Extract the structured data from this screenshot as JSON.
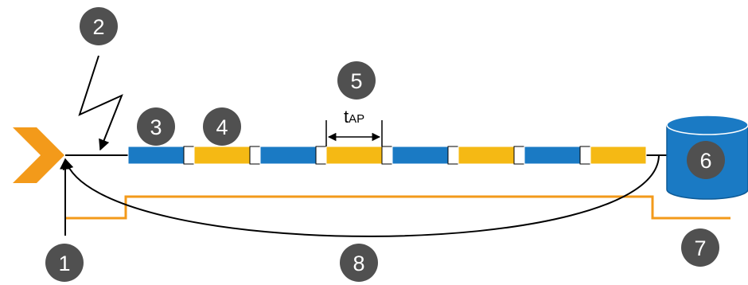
{
  "callouts": {
    "c1": "1",
    "c2": "2",
    "c3": "3",
    "c4": "4",
    "c5": "5",
    "c6": "6",
    "c7": "7",
    "c8": "8"
  },
  "interval_label": {
    "main": "t",
    "subscript": "AP"
  },
  "segments": [
    {
      "kind": "blue",
      "color": "#1a7ac4"
    },
    {
      "kind": "gold",
      "color": "#f5b914"
    },
    {
      "kind": "blue",
      "color": "#1a7ac4"
    },
    {
      "kind": "gold",
      "color": "#f5b914"
    },
    {
      "kind": "blue",
      "color": "#1a7ac4"
    },
    {
      "kind": "gold",
      "color": "#f5b914"
    },
    {
      "kind": "blue",
      "color": "#1a7ac4"
    },
    {
      "kind": "gold",
      "color": "#f5b914"
    }
  ],
  "colors": {
    "callout_fill": "#505050",
    "source_chevron": "#f39a1a",
    "signal_line": "#f39a1a",
    "database": "#1a7ac4"
  },
  "icons": [
    "chevron-source-icon",
    "lightning-bolt-icon",
    "database-cylinder-icon"
  ]
}
